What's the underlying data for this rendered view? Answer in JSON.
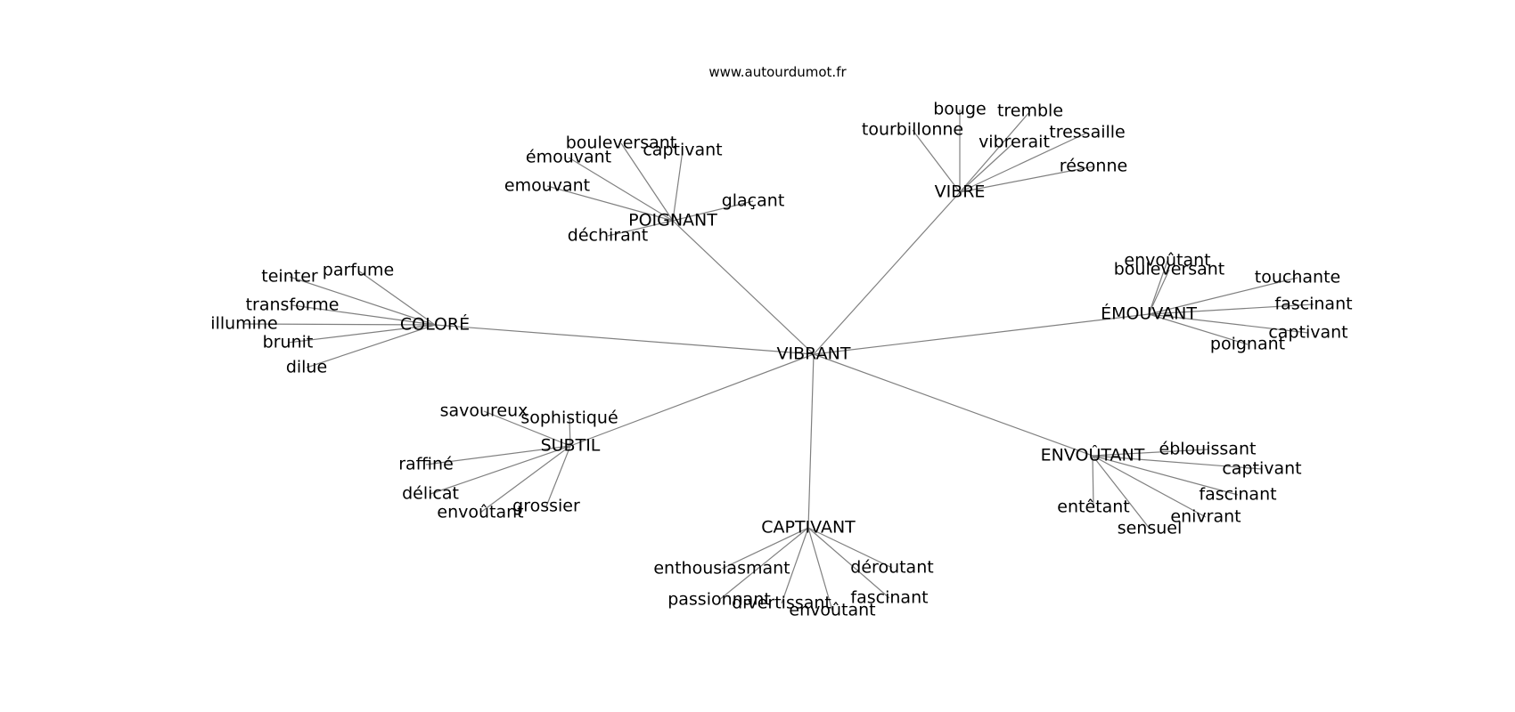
{
  "site": "www.autourdumot.fr",
  "graph": {
    "center": "VIBRANT",
    "clusters": [
      {
        "hub": "VIBRE",
        "words": [
          "bouge",
          "tremble",
          "tourbillonne",
          "tressaille",
          "vibrerait",
          "résonne"
        ]
      },
      {
        "hub": "POIGNANT",
        "words": [
          "bouleversant",
          "captivant",
          "émouvant",
          "emouvant",
          "glaçant",
          "déchirant"
        ]
      },
      {
        "hub": "ÉMOUVANT",
        "words": [
          "envoûtant",
          "bouleversant",
          "touchante",
          "fascinant",
          "captivant",
          "poignant"
        ]
      },
      {
        "hub": "COLORÉ",
        "words": [
          "parfume",
          "teinter",
          "transforme",
          "illumine",
          "brunit",
          "dilue"
        ]
      },
      {
        "hub": "SUBTIL",
        "words": [
          "savoureux",
          "sophistiqué",
          "raffiné",
          "délicat",
          "grossier",
          "envoûtant"
        ]
      },
      {
        "hub": "ENVOÛTANT",
        "words": [
          "éblouissant",
          "captivant",
          "fascinant",
          "enivrant",
          "entêtant",
          "sensuel"
        ]
      },
      {
        "hub": "CAPTIVANT",
        "words": [
          "enthousiasmant",
          "déroutant",
          "fascinant",
          "passionnant",
          "divertissant",
          "envoûtant"
        ]
      }
    ]
  }
}
